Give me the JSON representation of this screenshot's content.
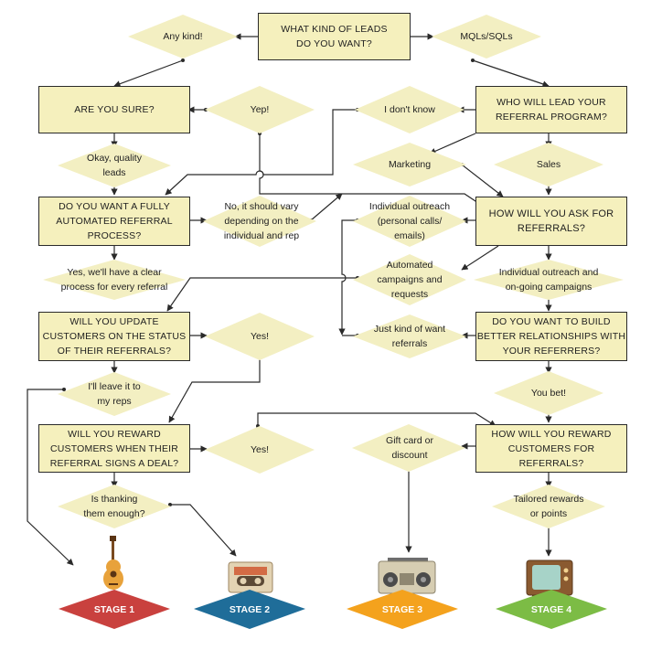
{
  "colors": {
    "box_fill": "#f5f0bd",
    "diamond_fill": "#f3efc2",
    "line": "#2a2a2a",
    "stage1": "#c9413e",
    "stage2": "#1f6d99",
    "stage3": "#f4a21d",
    "stage4": "#7cbc45"
  },
  "boxes": {
    "start": "WHAT KIND OF LEADS\nDO YOU WANT?",
    "are_you_sure": "ARE YOU SURE?",
    "who_lead": "WHO WILL LEAD YOUR\nREFERRAL PROGRAM?",
    "fully_automated": "DO YOU WANT A FULLY\nAUTOMATED REFERRAL\nPROCESS?",
    "how_ask": "HOW WILL YOU ASK FOR\nREFERRALS?",
    "update_status": "WILL YOU UPDATE\nCUSTOMERS ON THE STATUS\nOF THEIR REFERRALS?",
    "build_relationships": "DO YOU WANT TO BUILD\nBETTER RELATIONSHIPS WITH\nYOUR REFERRERS?",
    "reward_deal": "WILL YOU REWARD\nCUSTOMERS WHEN THEIR\nREFERRAL SIGNS A DEAL?",
    "how_reward": "HOW WILL YOU REWARD\nCUSTOMERS FOR REFERRALS?"
  },
  "decisions": {
    "any_kind": "Any kind!",
    "mqls_sqls": "MQLs/SQLs",
    "yep": "Yep!",
    "i_dont_know": "I don't know",
    "okay_quality": "Okay, quality\nleads",
    "marketing": "Marketing",
    "sales": "Sales",
    "no_vary": "No, it should vary\ndepending on the\nindividual and rep",
    "individual_outreach_calls": "Individual outreach\n(personal calls/\nemails)",
    "yes_clear_process": "Yes, we'll have a clear\nprocess for every referral",
    "automated_campaigns": "Automated\ncampaigns and\nrequests",
    "individual_ongoing": "Individual outreach and\non-going campaigns",
    "yes_update": "Yes!",
    "just_kind_of": "Just kind of want\nreferrals",
    "leave_to_reps": "I'll leave it to\nmy reps",
    "you_bet": "You bet!",
    "yes_reward": "Yes!",
    "gift_card": "Gift card or\ndiscount",
    "thanking_enough": "Is thanking\nthem enough?",
    "tailored_rewards": "Tailored rewards\nor points"
  },
  "stages": {
    "stage1": "STAGE 1",
    "stage2": "STAGE 2",
    "stage3": "STAGE 3",
    "stage4": "STAGE 4"
  },
  "icons": {
    "stage1": "guitar-icon",
    "stage2": "cassette-tape-icon",
    "stage3": "boombox-icon",
    "stage4": "retro-tv-icon"
  }
}
